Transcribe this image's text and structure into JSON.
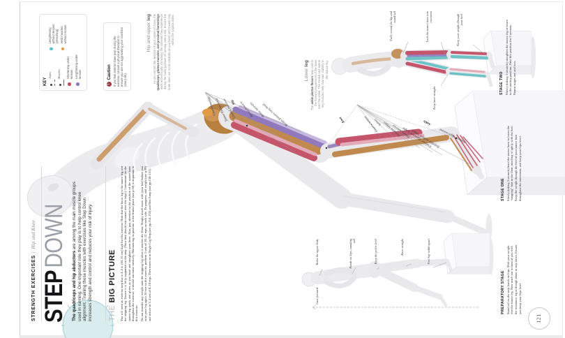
{
  "header": {
    "section": "STRENGTH EXERCISES",
    "divider": "|",
    "subsection": "Hip and Knee"
  },
  "title": {
    "primary": "STEP",
    "secondary": "DOWN"
  },
  "intro": {
    "lead": "The quadriceps and hip abductors",
    "text": " are among the main muscle groups used in running. One important role they play is to help control knee alignment. Training these muscles with exercises like Step Down increases strength and control and reduces your risk of injury."
  },
  "big_picture": {
    "heading_light": "THE",
    "heading_bold": "BIG PICTURE",
    "para1": "You will need an exercise step that is 4–6 in (10–15 cm) high for this exercise. Note that the focus leg is the stance leg, not the stepping leg. Ensure it is fully supported on the step. (Your foot should not extend over the edge.) Concentrate on the stance-leg quads and glutes as you bend and straighten your knee. Also, pay attention to the position of the stance knee throughout the exercise; it should not move medially. Maintaining its position in the frontal plane (see p.10) is important in this exercise.",
    "para2": "Do not transfer any weight onto the stepping leg when it reaches the floor. Simply touch down with your heel before you raise your leg again. If new to this exercise, perform 3 sets of 10–12 reps on each side. To progress, add weight (see p.99) and reduce to 3–4 sets of 8–10 reps. Then move on to Single Leg Hop (see pp.134–135) and Box Jump (see pp.150–151)."
  },
  "key": {
    "title": "KEY",
    "joints_label": "Joints",
    "muscles_label": "Muscles",
    "items": [
      {
        "name": "shortening",
        "color": "#bf4c60",
        "label": "Shortening under tension"
      },
      {
        "name": "lengthening",
        "color": "#8f78bc",
        "label": "Lengthening under tension"
      },
      {
        "name": "stretching",
        "color": "#62bfc3",
        "label": "Lengthening without tension (stretching)"
      },
      {
        "name": "held",
        "color": "#e29a46",
        "label": "Held muscles without motion"
      }
    ]
  },
  "caution": {
    "icon": "!",
    "title": "Caution",
    "text": "If you feel anterior knee pain during the exercise, consult a physical therapist to ensure you are not aggravating your condition (see p.86)."
  },
  "annotations": {
    "hip_upper_leg": {
      "heading_light": "Hip and upper ",
      "heading_bold": "leg",
      "t1": "As you control the descent of your center of mass, the ",
      "bold": "quadriceps, gluteus muscles, and proximal hamstrings",
      "t2": " work eccentrically, mimicking the stresses they experience during the loading phase of running (see p.66). Ensure the knee does not move medially as you bend and travels only within the sagittal plane."
    },
    "lower_leg": {
      "heading_light": "Lower ",
      "heading_bold": "leg",
      "t1": "The ",
      "bold": "ankle plantar flexors",
      "t2": " help control the forward progression of the knee over the ankle. The medial and lateral leg muscles help maintain stability in the stance leg."
    }
  },
  "muscles": {
    "hip": [
      "Gluteus medius",
      "Tensor fasciae latae",
      "Gluteus maximus",
      "Hip",
      "Rectus femoris",
      "Vastus lateralis",
      "Biceps femoris long head"
    ],
    "leg": [
      "Knee",
      "Gastrocnemius",
      "Soleus",
      "Peroneus longus",
      "Tibialis anterior",
      "Extensor digitorum longus",
      "Extensor hallucis longus",
      "Ankle",
      "Abductor digiti minimi"
    ]
  },
  "cues": {
    "gaze": "Gaze forward",
    "relax": "Relax the upper body",
    "hands": "Hands on hips, standing tall",
    "pelvis": "Keep the pelvis level",
    "knee": "Knee straight",
    "feet": "Feet hip-width apart",
    "fully_extend": "Fully extend the hip and stand tall",
    "lock_knee": "Lock the stance knee into extension",
    "weight_heel": "Keep your weight through your heel",
    "knee_straight": "Keep knee straight"
  },
  "stages": {
    "preparatory": {
      "heading": "PREPARATORY STAGE",
      "text": "Stand tall on the step, hands on hips. Shift your weight into the stance leg. Now reach out in front of you with the resistance leg as though about to step down. Ensure you keep your hips level."
    },
    "one": {
      "heading": "STAGE ONE",
      "text": "Slowly (taking 3 seconds) bend the stance knee to lower the “stepping” foot to the floor, touching it lightly with the heel. Keep the weight through the heel of your stance foot throughout the movement, and keep your hips level."
    },
    "two": {
      "heading": "STAGE TWO",
      "text": "Slowly (taking 3 seconds) straighten the stance leg to return to the starting position. Hold this position for 2 seconds. Repeat stages one and two."
    }
  },
  "page_number": "121"
}
